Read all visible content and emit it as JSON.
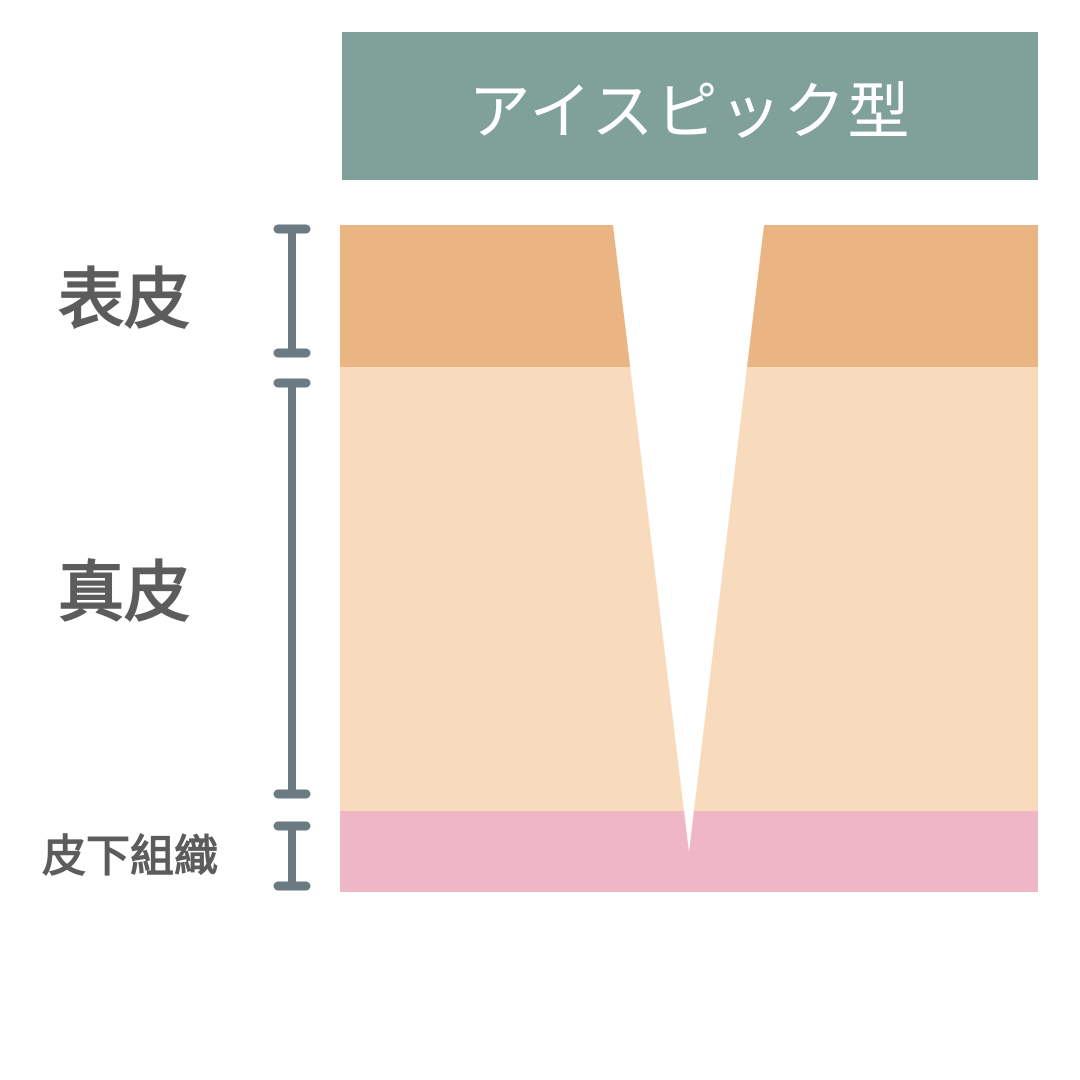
{
  "title": "アイスピック型",
  "layers": [
    {
      "id": "epidermis",
      "label": "表皮"
    },
    {
      "id": "dermis",
      "label": "真皮"
    },
    {
      "id": "subcutis",
      "label": "皮下組織"
    }
  ],
  "colors": {
    "title_banner": "#7fa19a",
    "title_text": "#ffffff",
    "epidermis": "#eab582",
    "dermis": "#f8dbbd",
    "subcutis": "#efb6c6",
    "scar": "#ffffff",
    "bracket": "#6c7b83",
    "label_text": "#5c5c5c"
  }
}
